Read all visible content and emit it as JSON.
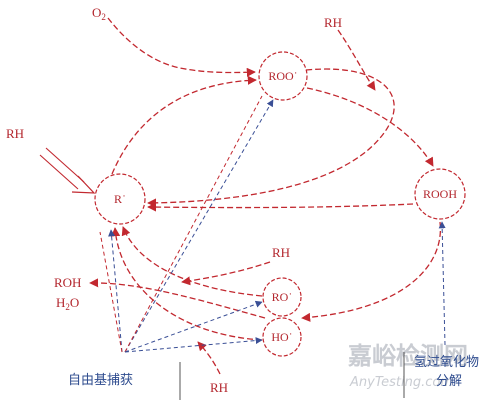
{
  "colors": {
    "cycle": "#c2282f",
    "dashed_red": "#c2282f",
    "dashed_blue": "#3a4f96",
    "text_red": "#b3262d",
    "text_blue": "#2d4b8e",
    "watermark": "#c9ccd2"
  },
  "nodes": {
    "roo": "ROO˙",
    "r": "R˙",
    "rooh": "ROOH",
    "ro": "RO˙",
    "ho": "HO˙"
  },
  "labels": {
    "o2": "O2",
    "o2_main": "O",
    "o2_sub": "2",
    "rh_top": "RH",
    "rh_left": "RH",
    "rh_mid": "RH",
    "rh_bottom": "RH",
    "roh": "ROH",
    "h2o": "H2O",
    "h2o_main": "H",
    "h2o_sub": "2",
    "h2o_end": "O"
  },
  "captions": {
    "radical_capture": "自由基捕获",
    "peroxide_line1": "氢过氧化物",
    "peroxide_line2": "分解"
  },
  "watermark": {
    "cn": "嘉峪检测网",
    "en": "AnyTesting.com"
  }
}
